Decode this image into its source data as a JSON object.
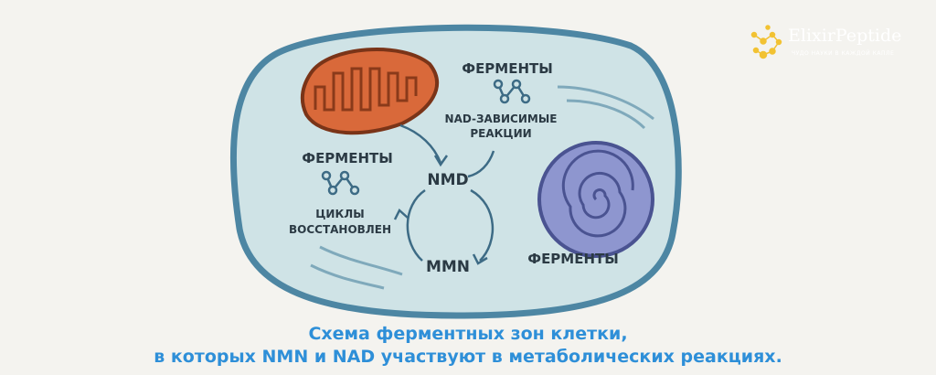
{
  "logo": {
    "name": "ElixirPeptide",
    "tagline": "ЧУДО НАУКИ В КАЖДОЙ КАПЛЕ"
  },
  "labels": {
    "top_enzymes": "ФЕРМЕНТЫ",
    "nad_line1": "NAD-ЗАВИСИМЫЕ",
    "nad_line2": "РЕАКЦИИ",
    "left_enzymes": "ФЕРМЕНТЫ",
    "cycles_line1": "ЦИКЛЫ",
    "cycles_line2": "ВОССТАНОВЛЕН",
    "nmd": "NMD",
    "mmn": "MMN",
    "right_enzymes": "ФЕРМЕНТЫ"
  },
  "caption": {
    "line1": "Схема ферментных зон клетки,",
    "line2": "в которых NMN и NAD участвуют в метаболических реакциях."
  },
  "colors": {
    "cell_fill": "#cfe3e6",
    "cell_stroke": "#4d86a3",
    "mitochondrion": "#d9693a",
    "nucleus": "#8e96cf",
    "caption": "#2e8fd8"
  }
}
